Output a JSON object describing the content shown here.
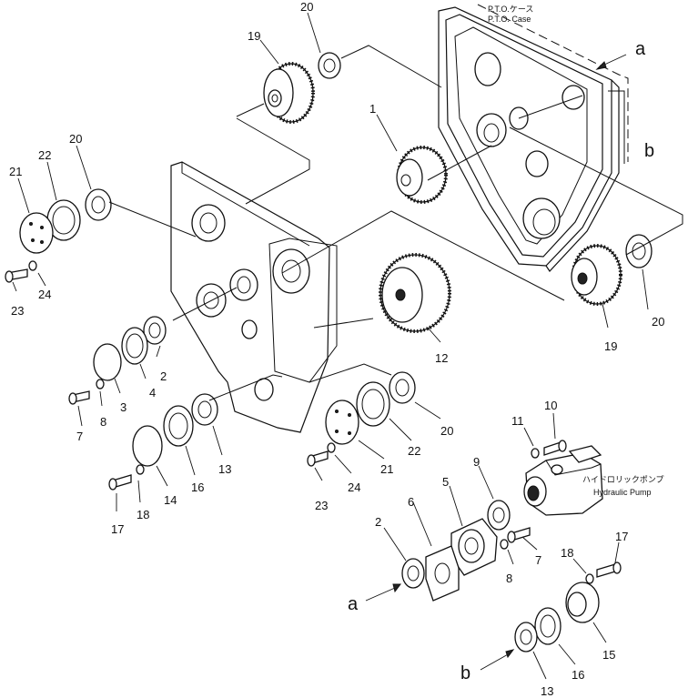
{
  "captions": {
    "pto_case_jp": "P.T.O.ケース",
    "pto_case_en": "P.T.O. Case",
    "hydraulic_pump_jp": "ハイドロリックポンプ",
    "hydraulic_pump_en": "Hydraulic Pump"
  },
  "callouts": {
    "a_top": "a",
    "b_top": "b",
    "a_bottom": "a",
    "b_bottom": "b"
  },
  "part_labels": {
    "p20_top": "20",
    "p19_top": "19",
    "p1": "1",
    "p20_left": "20",
    "p22_left": "22",
    "p21_left": "21",
    "p24_left": "24",
    "p23_left": "23",
    "p2": "2",
    "p3": "3",
    "p4": "4",
    "p7": "7",
    "p8": "8",
    "p12": "12",
    "p20_right": "20",
    "p19_right": "19",
    "p13": "13",
    "p14": "14",
    "p16": "16",
    "p17": "17",
    "p18": "18",
    "p20_mid": "20",
    "p22_mid": "22",
    "p21_mid": "21",
    "p24_mid": "24",
    "p23_mid": "23",
    "p10": "10",
    "p11": "11",
    "p9": "9",
    "p5": "5",
    "p6": "6",
    "p2_low": "2",
    "p7_low": "7",
    "p8_low": "8",
    "p17_low": "17",
    "p18_low": "18",
    "p15": "15",
    "p16_low": "16",
    "p13_low": "13"
  }
}
